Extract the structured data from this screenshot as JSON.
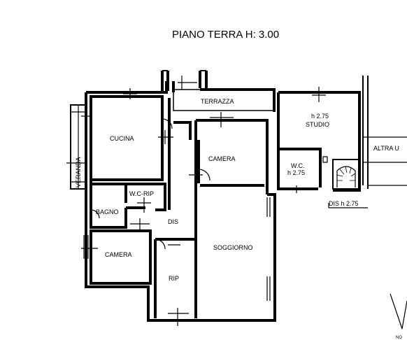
{
  "title": "PIANO TERRA H: 3.00",
  "rooms": {
    "terrazza": "TERRAZZA",
    "cucina": "CUCINA",
    "veranda": "VERANDA",
    "camera_top": "CAMERA",
    "studio_h": "h 2.75",
    "studio": "STUDIO",
    "altra": "ALTRA U",
    "wc_h1": "W.C.",
    "wc_h2": "h 2.75",
    "wc_rip": "W.C-RIP",
    "bagno": "BAGNO",
    "dis": "DIS",
    "dis_h": "DIS h 2.75",
    "camera_bottom": "CAMERA",
    "soggiorno": "SOGGIORNO",
    "rip": "RIP",
    "north": "NO"
  }
}
